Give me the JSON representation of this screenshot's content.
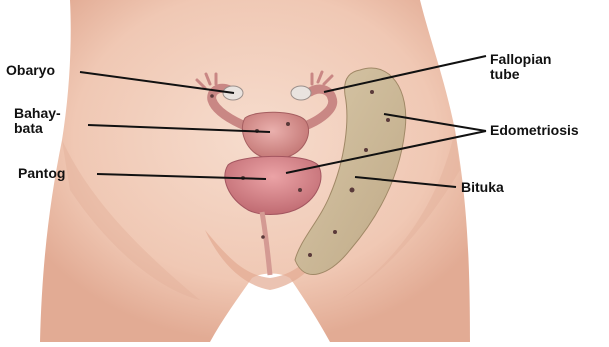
{
  "colors": {
    "skin": "#f2cfbc",
    "skin_shadow": "#d99f87",
    "organ": "#d98a8c",
    "organ_dark": "#b86268",
    "endometriosis_spot": "#5a3a3a",
    "leader_line": "#111111",
    "label_text": "#111111"
  },
  "labels": {
    "obaryo": "Obaryo",
    "bahaybata": "Bahay-\nbata",
    "pantog": "Pantog",
    "fallopian_tube": "Fallopian\ntube",
    "edometriosis": "Edometriosis",
    "bituka": "Bituka"
  }
}
